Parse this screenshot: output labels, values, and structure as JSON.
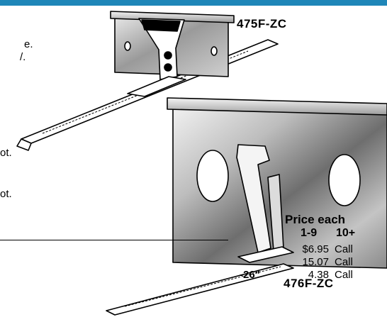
{
  "header_bar_color": "#1f86b8",
  "left_text_fragments": [
    "e.",
    "/.",
    "ot.",
    "ot."
  ],
  "product_labels": {
    "top": "475F-ZC",
    "bottom": "476F-ZC"
  },
  "price_table": {
    "heading": "Price each",
    "columns": [
      "1-9",
      "10+"
    ],
    "rows": [
      {
        "desc": "",
        "p1": "$6.95",
        "p2": "Call"
      },
      {
        "desc": "",
        "p1": "15.07",
        "p2": "Call"
      },
      {
        "desc": "-26\"",
        "p1": "4.38",
        "p2": "Call"
      }
    ]
  }
}
